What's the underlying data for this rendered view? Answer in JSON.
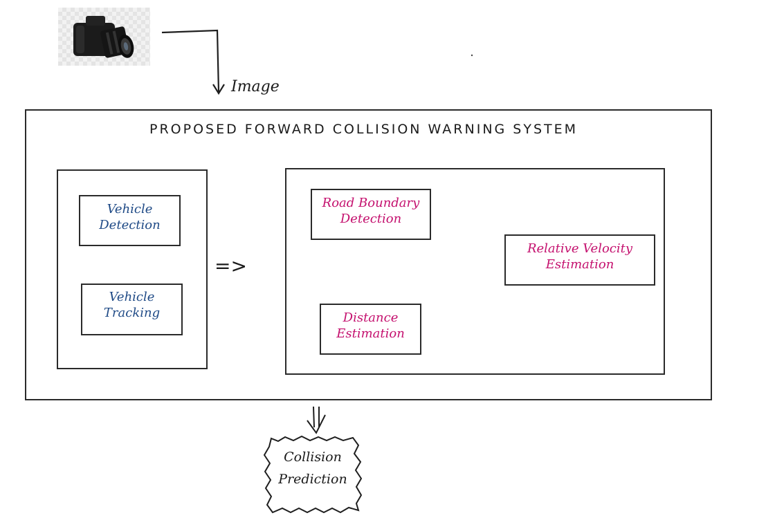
{
  "diagram": {
    "input_label": "Image",
    "system_title": "PROPOSED FORWARD COLLISION WARNING SYSTEM",
    "left_group": {
      "vehicle_detection": [
        "Vehicle",
        "Detection"
      ],
      "vehicle_tracking": [
        "Vehicle",
        "Tracking"
      ]
    },
    "arrow_symbol": "=>",
    "right_group": {
      "road_boundary_detection": [
        "Road Boundary",
        "Detection"
      ],
      "relative_velocity_estimation": [
        "Relative Velocity",
        "Estimation"
      ],
      "distance_estimation": [
        "Distance",
        "Estimation"
      ]
    },
    "output": [
      "Collision",
      "Prediction"
    ]
  },
  "colors": {
    "ink": "#2a2a2a",
    "blue_text": "#1f4a86",
    "pink_text": "#c4106e"
  },
  "icons": {
    "camera": "camera-icon"
  }
}
